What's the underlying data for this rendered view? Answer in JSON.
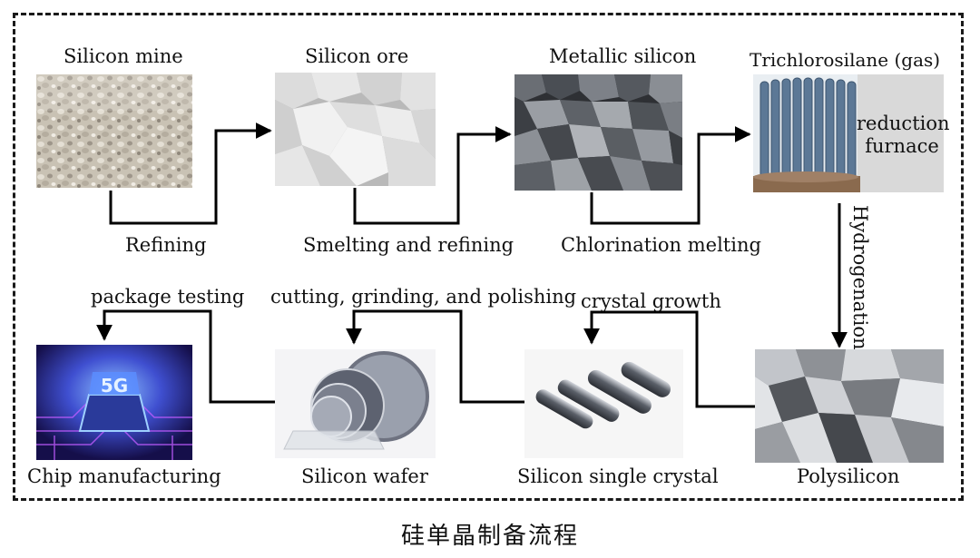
{
  "stages": {
    "silicon_mine": "Silicon mine",
    "silicon_ore": "Silicon ore",
    "metallic_silicon": "Metallic silicon",
    "trichlorosilane": "Trichlorosilane (gas)",
    "reduction_furnace_line1": "reduction",
    "reduction_furnace_line2": "furnace",
    "polysilicon": "Polysilicon",
    "silicon_single_crystal": "Silicon single crystal",
    "silicon_wafer": "Silicon wafer",
    "chip_manufacturing": "Chip manufacturing",
    "chip_5g_text": "5G"
  },
  "processes": {
    "refining": "Refining",
    "smelting_and_refining": "Smelting and refining",
    "chlorination_melting": "Chlorination melting",
    "hydrogenation": "Hydrogenation",
    "crystal_growth": "crystal growth",
    "cutting_grinding_polishing": "cutting, grinding, and polishing",
    "package_testing": "package testing"
  },
  "footer": {
    "caption": "硅单晶制备流程"
  },
  "colors": {
    "frame": "#1a1a1a",
    "arrow": "#000000",
    "chip_glow": "#3f7dff",
    "furnace_bg": "#d9d9d9"
  }
}
